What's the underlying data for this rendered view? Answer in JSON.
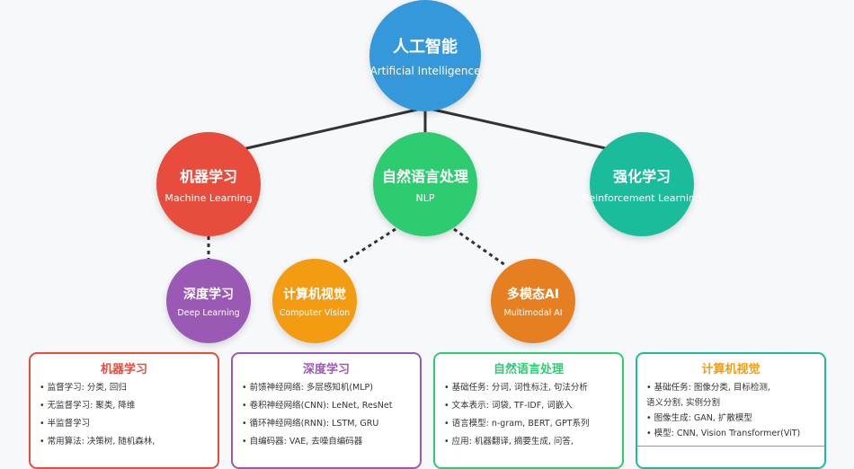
{
  "colors": {
    "ai": "#3498db",
    "ml": "#e74c3c",
    "nlp": "#2ecc71",
    "rl": "#1abc9c",
    "dl": "#9b59b6",
    "cv": "#f39c12",
    "mm": "#e67e22"
  },
  "nodes": {
    "ai": {
      "title": "人工智能",
      "subtitle": "Artificial Intelligence"
    },
    "ml": {
      "title": "机器学习",
      "subtitle": "Machine Learning"
    },
    "nlp": {
      "title": "自然语言处理",
      "subtitle": "NLP"
    },
    "rl": {
      "title": "强化学习",
      "subtitle": "Reinforcement Learning"
    },
    "dl": {
      "title": "深度学习",
      "subtitle": "Deep Learning"
    },
    "cv": {
      "title": "计算机视觉",
      "subtitle": "Computer Vision"
    },
    "mm": {
      "title": "多模态AI",
      "subtitle": "Multimodal AI"
    }
  },
  "cards": [
    {
      "title": "机器学习",
      "items": [
        "监督学习: 分类, 回归",
        "无监督学习: 聚类, 降维",
        "半监督学习",
        "常用算法: 决策树, 随机森林,"
      ]
    },
    {
      "title": "深度学习",
      "items": [
        "前馈神经网络: 多层感知机(MLP)",
        "卷积神经网络(CNN): LeNet, ResNet",
        "循环神经网络(RNN): LSTM, GRU",
        "自编码器: VAE, 去噪自编码器"
      ]
    },
    {
      "title": "自然语言处理",
      "items": [
        "基础任务: 分词, 词性标注, 句法分析",
        "文本表示: 词袋, TF-IDF, 词嵌入",
        "语言模型: n-gram, BERT, GPT系列",
        "应用: 机器翻译, 摘要生成, 问答,"
      ]
    },
    {
      "title": "计算机视觉",
      "items": [
        "基础任务: 图像分类, 目标检测,",
        "语义分割, 实例分割",
        "图像生成: GAN, 扩散模型",
        "模型: CNN, Vision Transformer(ViT)"
      ]
    }
  ]
}
